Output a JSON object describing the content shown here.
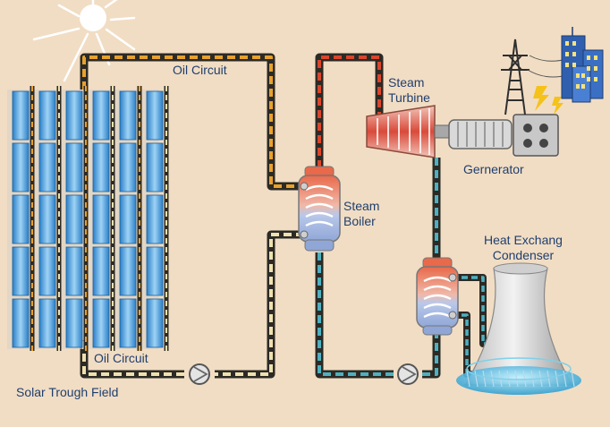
{
  "labels": {
    "oil_circuit_top": "Oil Circuit",
    "oil_circuit_bottom": "Oil Circuit",
    "steam_turbine": "Steam\nTurbine",
    "generator": "Gernerator",
    "steam_boiler": "Steam\nBoiler",
    "condenser": "Heat Exchang\nCondenser",
    "solar_field": "Solar Trough Field"
  },
  "colors": {
    "background": "#f1ddc4",
    "oil_pipe": "#e7a12e",
    "cool_oil_pipe": "#efe0b0",
    "steam_pipe": "#d8462c",
    "water_pipe": "#4fb0bf",
    "label_text": "#1f3f6e"
  },
  "icons": [
    "sun-icon",
    "solar-trough-panels",
    "pump-icon",
    "steam-turbine-icon",
    "generator-icon",
    "transmission-tower-icon",
    "city-buildings-icon",
    "cooling-tower-icon",
    "heat-exchanger-icon"
  ]
}
